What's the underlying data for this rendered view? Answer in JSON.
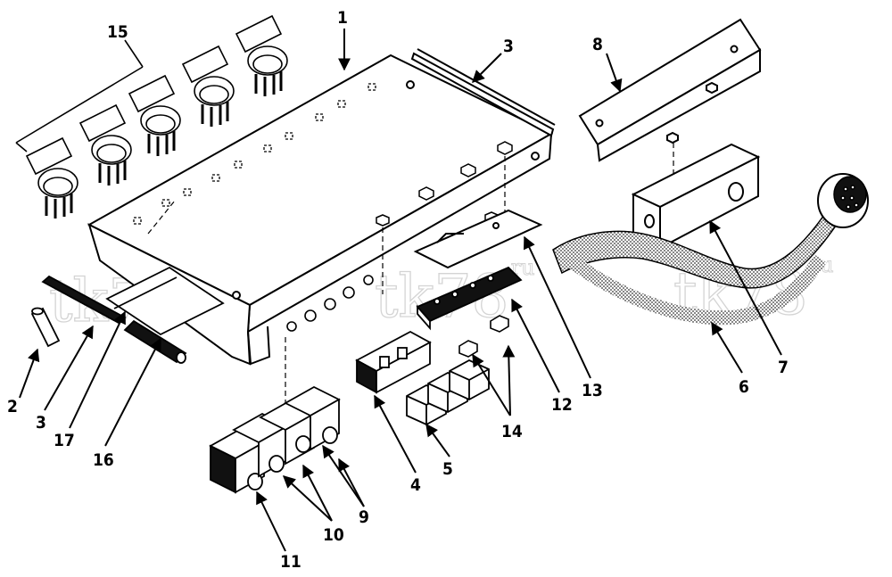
{
  "watermark": "tk78",
  "watermark_suffix": ".ru",
  "callouts": {
    "c1": "1",
    "c2": "2",
    "c3a": "3",
    "c3b": "3",
    "c4": "4",
    "c5": "5",
    "c6": "6",
    "c7": "7",
    "c8": "8",
    "c9": "9",
    "c10": "10",
    "c11": "11",
    "c12": "12",
    "c13": "13",
    "c14": "14",
    "c15": "15",
    "c16": "16",
    "c17": "17"
  }
}
